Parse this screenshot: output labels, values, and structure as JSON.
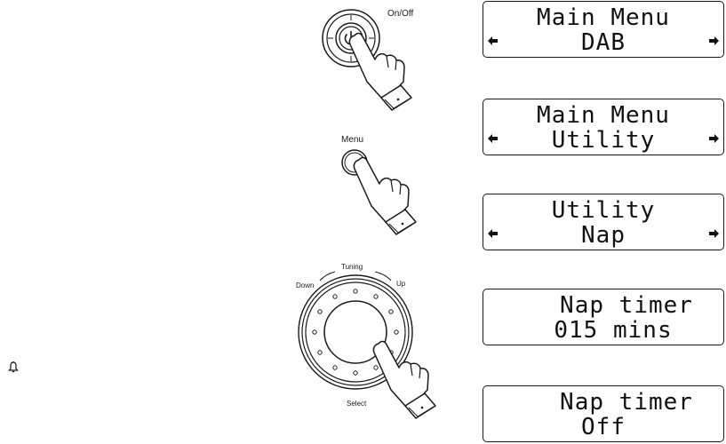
{
  "controls": {
    "onoff_label": "On/Off",
    "menu_label": "Menu",
    "tuning_label": "Tuning",
    "down_label": "Down",
    "up_label": "Up",
    "select_label": "Select"
  },
  "icons": {
    "alarm": "bell-icon",
    "hand": "pointing-hand-icon",
    "arrows": "arrow-icon"
  },
  "displays": [
    {
      "line1": "Main Menu",
      "line2": "DAB",
      "arrows": true
    },
    {
      "line1": "Main Menu",
      "line2": "Utility",
      "arrows": true
    },
    {
      "line1": "Utility",
      "line2": "Nap",
      "arrows": true
    },
    {
      "line1": "Nap timer",
      "line2": "015 mins",
      "arrows": false
    },
    {
      "line1": "Nap timer",
      "line2": "Off",
      "arrows": false
    }
  ]
}
